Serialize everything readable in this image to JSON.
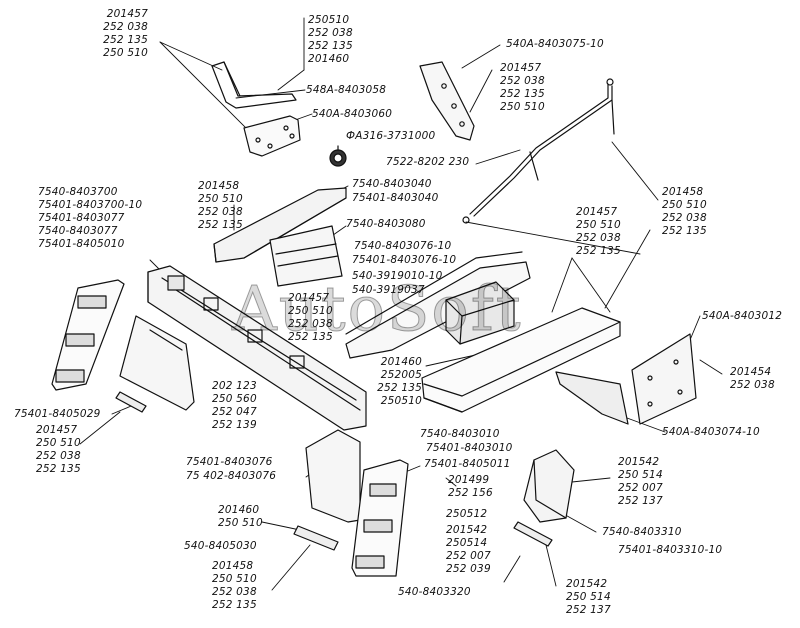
{
  "watermark": "AutoSoft",
  "labels": {
    "top_left": [
      "201457",
      "252 038",
      "252 135",
      "250 510"
    ],
    "top_mid": [
      "250510",
      "252 038",
      "252 135",
      "201460"
    ],
    "p_548a_8403058": "548А-8403058",
    "p_540a_8403060": "540А-8403060",
    "p_fa316": "ФА316-3731000",
    "p_540a_8403075": "540А-8403075-10",
    "top_right": [
      "201457",
      "252 038",
      "252 135",
      "250 510"
    ],
    "p_7522_8202230": "7522-8202 230",
    "left_block": [
      "7540-8403700",
      "75401-8403700-10",
      "75401-8403077",
      "7540-8403077",
      "75401-8405010"
    ],
    "g_201458_a": [
      "201458",
      "250 510",
      "252 038",
      "252 135"
    ],
    "p_7540_8403040": "7540-8403040",
    "p_75401_8403040": "75401-8403040",
    "p_7540_8403080": "7540-8403080",
    "p_7540_8403076_10": "7540-8403076-10",
    "p_7540_8403076_10b": "75401-8403076-10",
    "p_540_3919010": "540-3919010-10",
    "p_540_3919037": "540-3919037",
    "right_mid": [
      "201457",
      "250 510",
      "252 038",
      "252 135"
    ],
    "g_201458_b": [
      "201458",
      "250 510",
      "252 038",
      "252 135"
    ],
    "p_540a_8403012": "540А-8403012",
    "g_201454": [
      "201454",
      "252 038"
    ],
    "p_540a_8403074": "540А-8403074-10",
    "center_group": [
      "201457",
      "250 510",
      "252 038",
      "252 135"
    ],
    "g_201460_mid": [
      "201460",
      "252005",
      "252 135",
      "250510"
    ],
    "p_7540_8403010": "7540-8403010",
    "p_75401_8403010": "75401-8403010",
    "g_202123": [
      "202 123",
      "250 560",
      "252 047",
      "252 139"
    ],
    "p_75401_8405029": "75401-8405029",
    "left_bottom": [
      "201457",
      "250 510",
      "252 038",
      "252 135"
    ],
    "p_75401_8403076": "75401-8403076",
    "p_75402_8403076": "75 402-8403076",
    "p_75401_8405011": "75401-8405011",
    "g_201499": [
      "201499",
      "252 156"
    ],
    "p_250512": "250512",
    "g_201542_a": [
      "201542",
      "250 514",
      "252 007",
      "252 137"
    ],
    "g_201460_b": [
      "201460",
      "250 510"
    ],
    "p_540_8405030": "540-8405030",
    "g_201542_b": [
      "201542",
      "250514",
      "252 007",
      "252 039"
    ],
    "p_7540_8403310": "7540-8403310",
    "p_75401_8403310": "75401-8403310-10",
    "p_540_8403320": "540-8403320",
    "g_201542_c": [
      "201542",
      "250 514",
      "252 137"
    ],
    "g_201458_bot": [
      "201458",
      "250 510",
      "252 038",
      "252 135"
    ]
  }
}
